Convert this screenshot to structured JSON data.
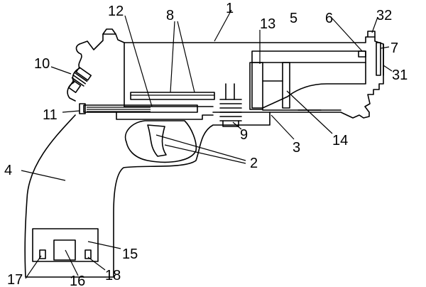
{
  "figure": {
    "labels": {
      "l1": "1",
      "l2": "2",
      "l3": "3",
      "l4": "4",
      "l5": "5",
      "l6": "6",
      "l7": "7",
      "l8": "8",
      "l9": "9",
      "l10": "10",
      "l11": "11",
      "l12": "12",
      "l13": "13",
      "l14": "14",
      "l15": "15",
      "l16": "16",
      "l17": "17",
      "l18": "18",
      "l31": "31",
      "l32": "32"
    }
  }
}
